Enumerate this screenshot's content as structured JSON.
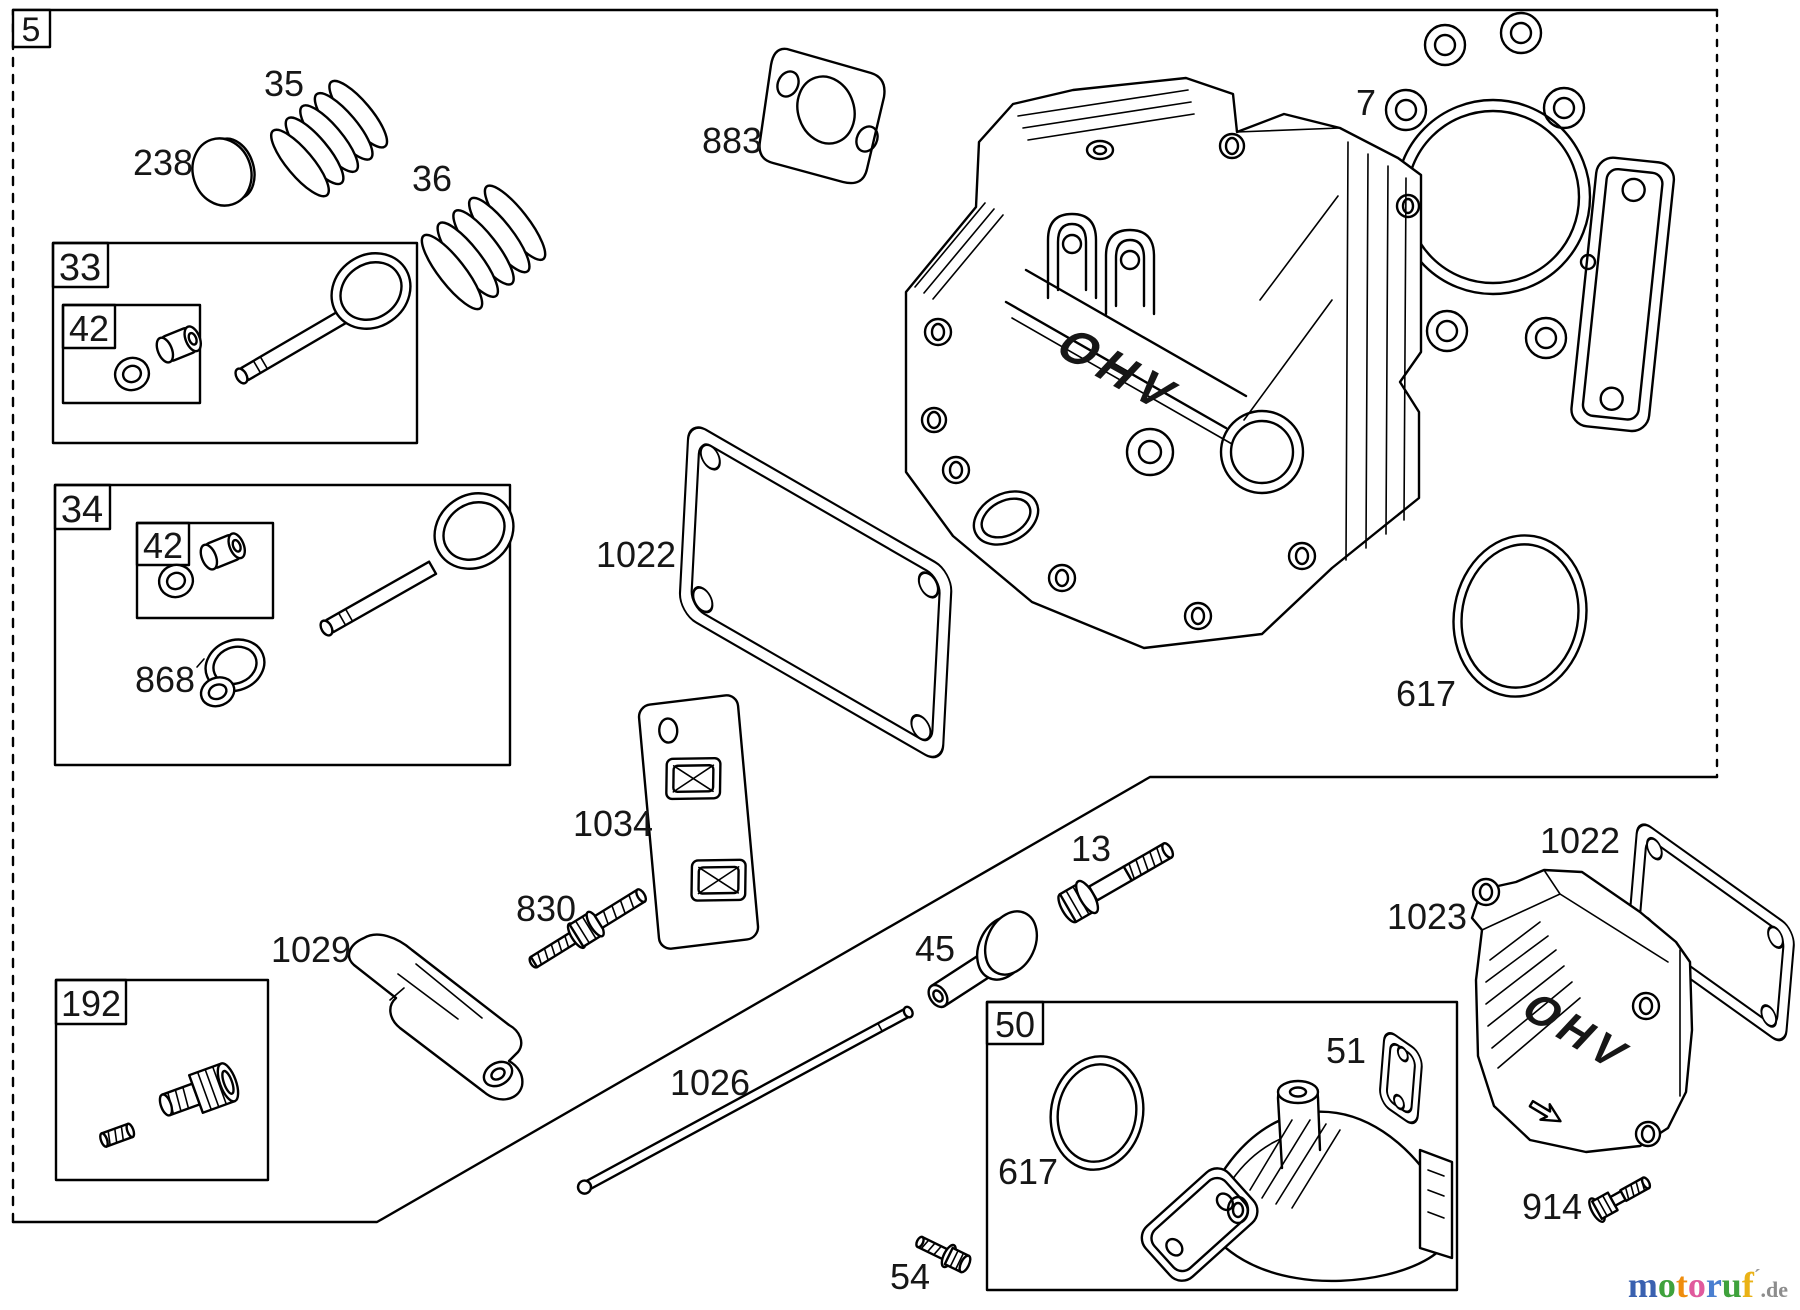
{
  "frame": {
    "label": "5"
  },
  "group_boxes": {
    "b33": "33",
    "b34": "34",
    "b42a": "42",
    "b42b": "42",
    "b50": "50",
    "b192": "192"
  },
  "callouts": {
    "c35": "35",
    "c238": "238",
    "c36": "36",
    "c868": "868",
    "c883": "883",
    "c7": "7",
    "c1022_left": "1022",
    "c617_head": "617",
    "c1034": "1034",
    "c830": "830",
    "c1029": "1029",
    "c1026": "1026",
    "c45": "45",
    "c13": "13",
    "c51": "51",
    "c617_intake": "617",
    "c54": "54",
    "c1022_right": "1022",
    "c1023": "1023",
    "c914": "914"
  },
  "engravings": {
    "cylinder_head": "OHV",
    "valve_cover": "OHV"
  },
  "watermark": {
    "letters": [
      {
        "ch": "m",
        "color": "#3a61b0"
      },
      {
        "ch": "o",
        "color": "#3fa23c"
      },
      {
        "ch": "t",
        "color": "#ef8d0e"
      },
      {
        "ch": "o",
        "color": "#e05a9d"
      },
      {
        "ch": "r",
        "color": "#4a7fd0"
      },
      {
        "ch": "u",
        "color": "#3fa23c"
      },
      {
        "ch": "f",
        "color": "#eab216"
      }
    ],
    "accent": "´",
    "accent_color": "#9b9b9b",
    "tld": ".de",
    "tld_color": "#8d8d8d"
  }
}
